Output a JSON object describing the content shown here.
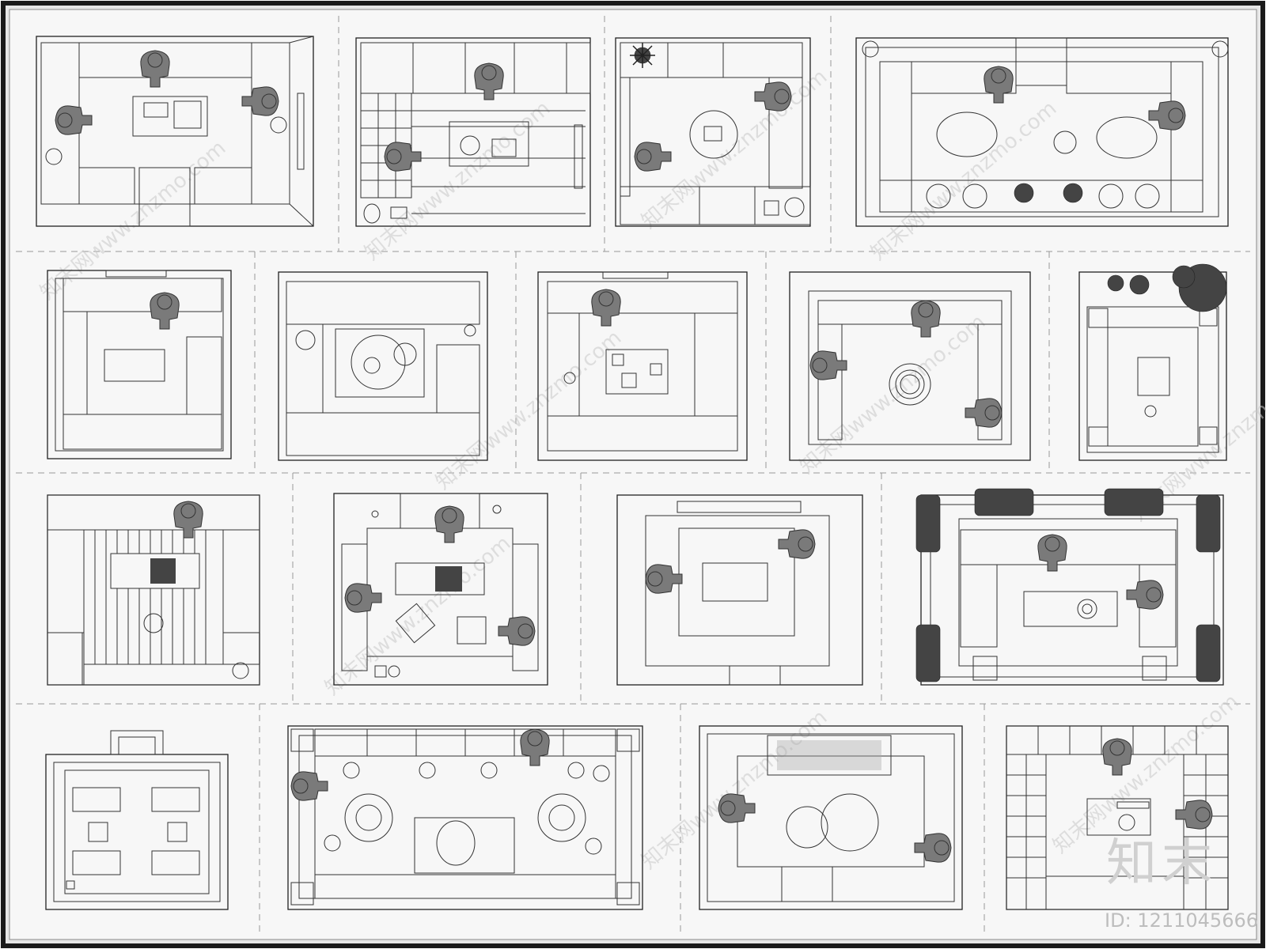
{
  "sheet": {
    "watermark": "知末网www.znzmo.com",
    "logo_text": "知末",
    "id_label": "ID: 1211045666"
  },
  "colors": {
    "background": "#f7f7f7",
    "frame": "#1a1a1a",
    "line": "#222222",
    "person_fill": "#7a7a7a",
    "plant_fill": "#444444"
  },
  "icons": [
    "person-topview-icon",
    "sofa-icon",
    "coffee-table-icon",
    "plant-icon",
    "round-table-icon",
    "rug-icon"
  ]
}
